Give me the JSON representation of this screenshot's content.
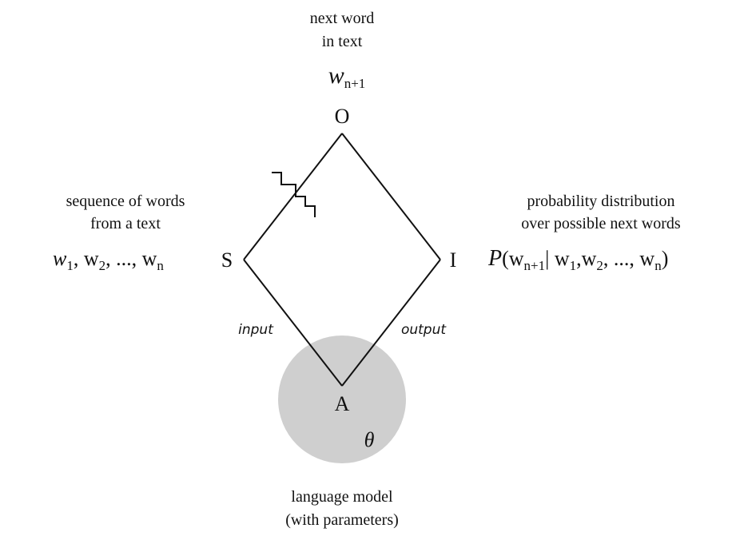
{
  "colors": {
    "line": "#111111",
    "circle_fill": "#cfcfcf",
    "background": "#ffffff"
  },
  "top": {
    "caption_line1": "next word",
    "caption_line2": "in text",
    "formula_main": "w",
    "formula_sub": "n+1"
  },
  "vertices": {
    "O": "O",
    "S": "S",
    "I": "I",
    "A": "A"
  },
  "left": {
    "caption_line1": "sequence of words",
    "caption_line2": "from a text",
    "formula": {
      "w1": "w",
      "w1_sub": "1",
      "sep1": ", w",
      "w2_sub": "2",
      "sep2": ", ..., w",
      "wn_sub": "n"
    }
  },
  "right": {
    "caption_line1": "probability distribution",
    "caption_line2": "over possible next words",
    "formula": {
      "p": "P",
      "open": "(w",
      "next_sub": "n+1",
      "mid1": "| w",
      "s1": "1",
      "mid2": ",w",
      "s2": "2",
      "mid3": ", ..., w",
      "sn": "n",
      "close": ")"
    }
  },
  "edges": {
    "input": "input",
    "output": "output"
  },
  "model": {
    "theta": "θ",
    "caption_line1": "language model",
    "caption_line2": "(with parameters)"
  }
}
